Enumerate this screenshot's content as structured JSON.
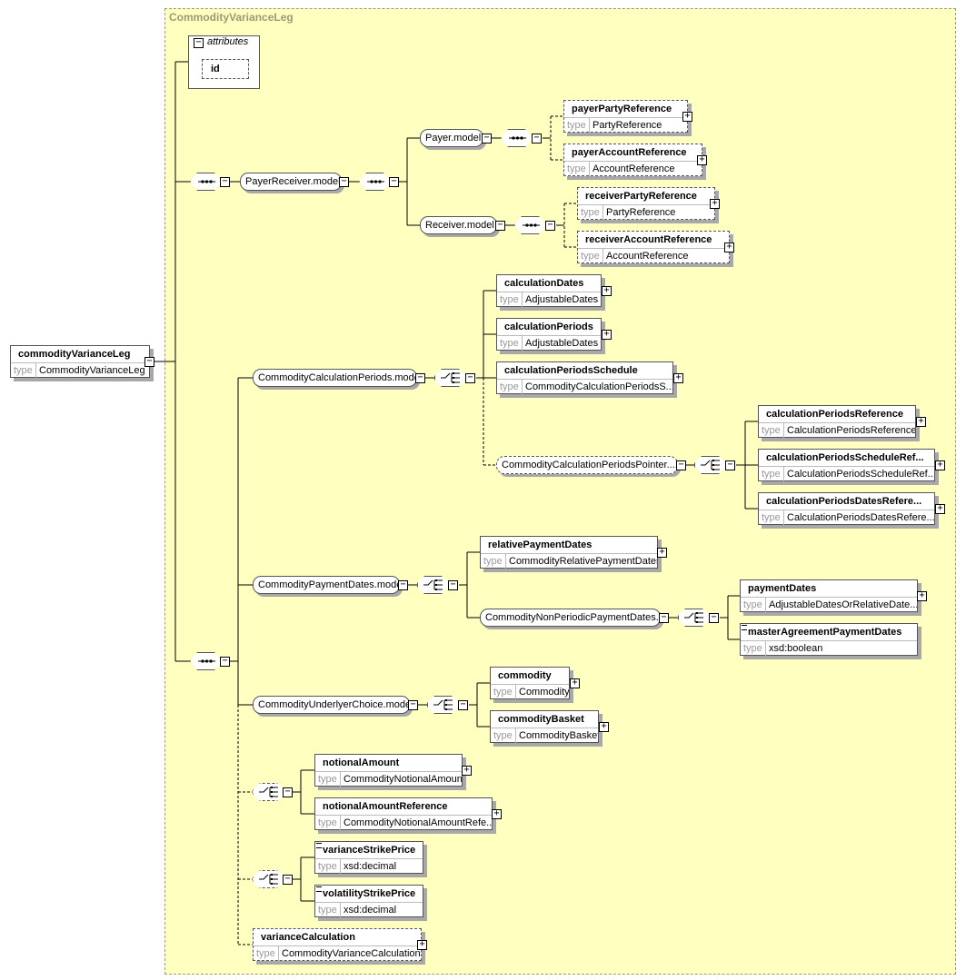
{
  "diagram": {
    "container_title": "CommodityVarianceLeg",
    "attributes_label": "attributes",
    "attribute_id": "id",
    "type_key": "type",
    "root": {
      "name": "commodityVarianceLeg",
      "type": "CommodityVarianceLeg"
    },
    "groups": {
      "payer_receiver": "PayerReceiver.model",
      "payer": "Payer.model",
      "receiver": "Receiver.model",
      "calc_periods": "CommodityCalculationPeriods.model",
      "calc_periods_pointer": "CommodityCalculationPeriodsPointer....",
      "payment_dates": "CommodityPaymentDates.model",
      "non_periodic_payment": "CommodityNonPeriodicPaymentDates...",
      "underlyer_choice": "CommodityUnderlyerChoice.model"
    },
    "elements": {
      "payerPartyReference": {
        "name": "payerPartyReference",
        "type": "PartyReference"
      },
      "payerAccountReference": {
        "name": "payerAccountReference",
        "type": "AccountReference"
      },
      "receiverPartyReference": {
        "name": "receiverPartyReference",
        "type": "PartyReference"
      },
      "receiverAccountReference": {
        "name": "receiverAccountReference",
        "type": "AccountReference"
      },
      "calculationDates": {
        "name": "calculationDates",
        "type": "AdjustableDates"
      },
      "calculationPeriods": {
        "name": "calculationPeriods",
        "type": "AdjustableDates"
      },
      "calculationPeriodsSchedule": {
        "name": "calculationPeriodsSchedule",
        "type": "CommodityCalculationPeriodsS..."
      },
      "calculationPeriodsReference": {
        "name": "calculationPeriodsReference",
        "type": "CalculationPeriodsReference"
      },
      "calculationPeriodsScheduleReference": {
        "name": "calculationPeriodsScheduleRef...",
        "type": "CalculationPeriodsScheduleRef..."
      },
      "calculationPeriodsDatesReference": {
        "name": "calculationPeriodsDatesRefere...",
        "type": "CalculationPeriodsDatesRefere..."
      },
      "relativePaymentDates": {
        "name": "relativePaymentDates",
        "type": "CommodityRelativePaymentDates"
      },
      "paymentDates": {
        "name": "paymentDates",
        "type": "AdjustableDatesOrRelativeDate..."
      },
      "masterAgreementPaymentDates": {
        "name": "masterAgreementPaymentDates",
        "type": "xsd:boolean"
      },
      "commodity": {
        "name": "commodity",
        "type": "Commodity"
      },
      "commodityBasket": {
        "name": "commodityBasket",
        "type": "CommodityBasket"
      },
      "notionalAmount": {
        "name": "notionalAmount",
        "type": "CommodityNotionalAmount"
      },
      "notionalAmountReference": {
        "name": "notionalAmountReference",
        "type": "CommodityNotionalAmountRefe..."
      },
      "varianceStrikePrice": {
        "name": "varianceStrikePrice",
        "type": "xsd:decimal"
      },
      "volatilityStrikePrice": {
        "name": "volatilityStrikePrice",
        "type": "xsd:decimal"
      },
      "varianceCalculation": {
        "name": "varianceCalculation",
        "type": "CommodityVarianceCalculation"
      }
    }
  }
}
